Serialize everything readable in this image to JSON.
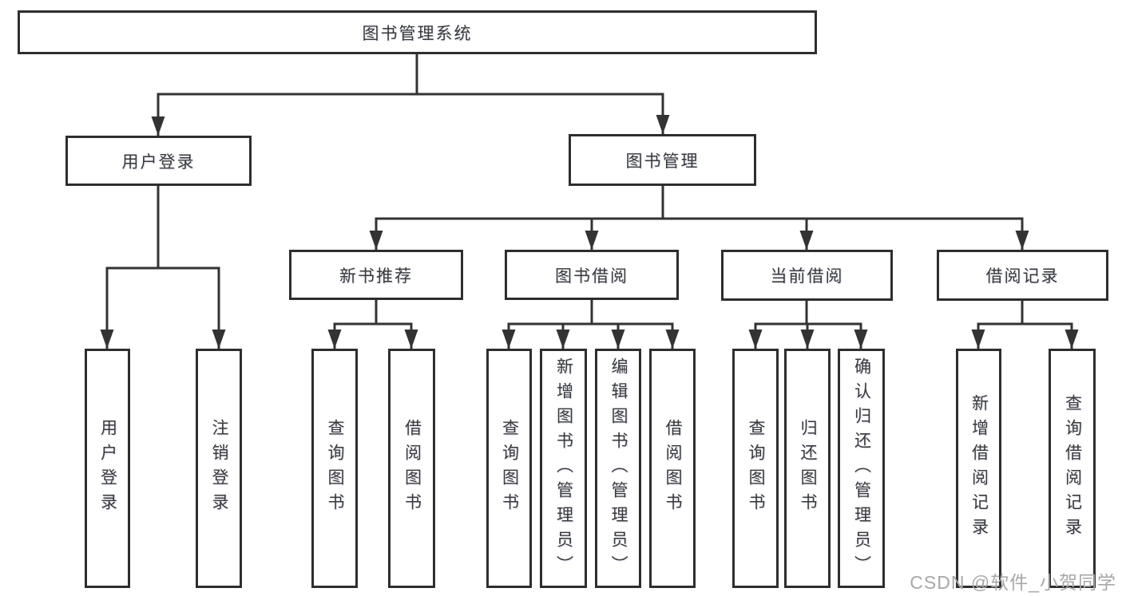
{
  "diagram": {
    "root": {
      "label": "图书管理系统",
      "children": {
        "user_login": {
          "label": "用户登录",
          "children": {
            "login": {
              "label": "用户登录"
            },
            "logout": {
              "label": "注销登录"
            }
          }
        },
        "book_mgmt": {
          "label": "图书管理",
          "children": {
            "new_book_rec": {
              "label": "新书推荐",
              "children": {
                "query_book": {
                  "label": "查询图书"
                },
                "borrow_book": {
                  "label": "借阅图书"
                }
              }
            },
            "book_borrow": {
              "label": "图书借阅",
              "children": {
                "query_book": {
                  "label": "查询图书"
                },
                "add_book": {
                  "label": "新增图书（管理员）"
                },
                "edit_book": {
                  "label": "编辑图书（管理员）"
                },
                "borrow_book": {
                  "label": "借阅图书"
                }
              }
            },
            "current_borrow": {
              "label": "当前借阅",
              "children": {
                "query_book": {
                  "label": "查询图书"
                },
                "return_book": {
                  "label": "归还图书"
                },
                "confirm_return": {
                  "label": "确认归还（管理员）"
                }
              }
            },
            "borrow_records": {
              "label": "借阅记录",
              "children": {
                "add_record": {
                  "label": "新增借阅记录"
                },
                "query_record": {
                  "label": "查询借阅记录"
                }
              }
            }
          }
        }
      }
    }
  },
  "watermark": {
    "text": "CSDN @软件_小贺同学"
  },
  "colors": {
    "line": "#333333",
    "border": "#2e2e2e",
    "text": "#3a3a3a",
    "watermark": "#a8a8a8",
    "background": "#ffffff"
  }
}
